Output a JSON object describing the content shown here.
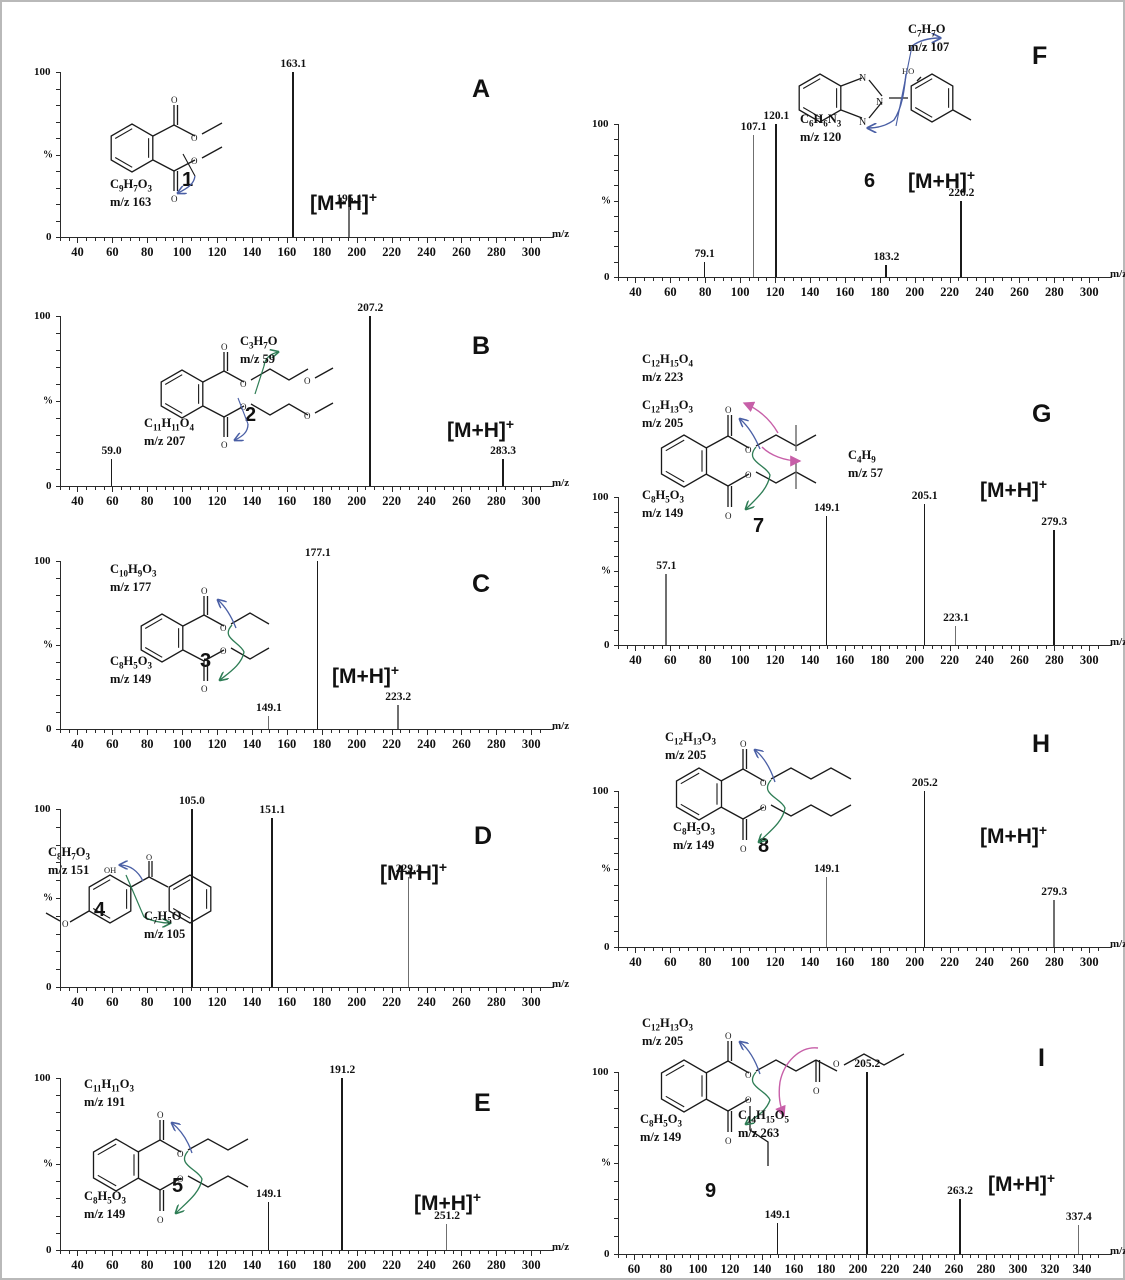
{
  "figure": {
    "axis_label_mz": "m/z",
    "y_axis_top": "100",
    "y_axis_mid": "%",
    "y_axis_bottom": "0",
    "adduct_label": "[M+H]+",
    "colors": {
      "peak": "#1b1b1b",
      "blue_arrow": "#4a5fa5",
      "green_arrow": "#2e7d55",
      "pink_arrow": "#c75fa8",
      "structure": "#1a1a1a",
      "border": "#b9b9b9"
    }
  },
  "panels": [
    {
      "letter": "A",
      "compound_number": "1",
      "xaxis": {
        "min": 30,
        "max": 305,
        "ticks": [
          40,
          60,
          80,
          100,
          120,
          140,
          160,
          180,
          200,
          220,
          240,
          260,
          280,
          300
        ]
      },
      "fragments": [
        {
          "formula_html": "C<sub>9</sub>H<sub>7</sub>O<sub>3</sub>",
          "mz": "m/z 163",
          "arrow": "blue"
        }
      ],
      "chart_data": {
        "type": "bar",
        "title": "A",
        "xlabel": "m/z",
        "ylabel": "%",
        "xlim": [
          30,
          305
        ],
        "ylim": [
          0,
          100
        ],
        "peaks": [
          {
            "mz": 163.1,
            "label": "163.1",
            "intensity": 100,
            "faint": false
          },
          {
            "mz": 195.1,
            "label": "195.1",
            "intensity": 18,
            "faint": true
          }
        ]
      }
    },
    {
      "letter": "B",
      "compound_number": "2",
      "xaxis": {
        "min": 30,
        "max": 305,
        "ticks": [
          40,
          60,
          80,
          100,
          120,
          140,
          160,
          180,
          200,
          220,
          240,
          260,
          280,
          300
        ]
      },
      "fragments": [
        {
          "formula_html": "C<sub>3</sub>H<sub>7</sub>O",
          "mz": "m/z 59",
          "arrow": "green"
        },
        {
          "formula_html": "C<sub>11</sub>H<sub>11</sub>O<sub>4</sub>",
          "mz": "m/z 207",
          "arrow": "blue"
        }
      ],
      "chart_data": {
        "type": "bar",
        "title": "B",
        "xlabel": "m/z",
        "ylabel": "%",
        "xlim": [
          30,
          305
        ],
        "ylim": [
          0,
          100
        ],
        "peaks": [
          {
            "mz": 59.0,
            "label": "59.0",
            "intensity": 16,
            "faint": false
          },
          {
            "mz": 207.2,
            "label": "207.2",
            "intensity": 100,
            "faint": false
          },
          {
            "mz": 283.3,
            "label": "283.3",
            "intensity": 16,
            "faint": false
          }
        ]
      }
    },
    {
      "letter": "C",
      "compound_number": "3",
      "xaxis": {
        "min": 30,
        "max": 305,
        "ticks": [
          40,
          60,
          80,
          100,
          120,
          140,
          160,
          180,
          200,
          220,
          240,
          260,
          280,
          300
        ]
      },
      "fragments": [
        {
          "formula_html": "C<sub>10</sub>H<sub>9</sub>O<sub>3</sub>",
          "mz": "m/z 177",
          "arrow": "blue"
        },
        {
          "formula_html": "C<sub>8</sub>H<sub>5</sub>O<sub>3</sub>",
          "mz": "m/z 149",
          "arrow": "green"
        }
      ],
      "chart_data": {
        "type": "bar",
        "title": "C",
        "xlabel": "m/z",
        "ylabel": "%",
        "xlim": [
          30,
          305
        ],
        "ylim": [
          0,
          100
        ],
        "peaks": [
          {
            "mz": 149.1,
            "label": "149.1",
            "intensity": 8,
            "faint": true
          },
          {
            "mz": 177.1,
            "label": "177.1",
            "intensity": 100,
            "faint": false
          },
          {
            "mz": 223.2,
            "label": "223.2",
            "intensity": 14,
            "faint": true
          }
        ]
      }
    },
    {
      "letter": "D",
      "compound_number": "4",
      "xaxis": {
        "min": 30,
        "max": 305,
        "ticks": [
          40,
          60,
          80,
          100,
          120,
          140,
          160,
          180,
          200,
          220,
          240,
          260,
          280,
          300
        ]
      },
      "fragments": [
        {
          "formula_html": "C<sub>8</sub>H<sub>7</sub>O<sub>3</sub>",
          "mz": "m/z 151",
          "arrow": "blue"
        },
        {
          "formula_html": "C<sub>7</sub>H<sub>5</sub>O",
          "mz": "m/z 105",
          "arrow": "green"
        }
      ],
      "chart_data": {
        "type": "bar",
        "title": "D",
        "xlabel": "m/z",
        "ylabel": "%",
        "xlim": [
          30,
          305
        ],
        "ylim": [
          0,
          100
        ],
        "peaks": [
          {
            "mz": 105.0,
            "label": "105.0",
            "intensity": 100,
            "faint": false
          },
          {
            "mz": 151.1,
            "label": "151.1",
            "intensity": 95,
            "faint": false
          },
          {
            "mz": 229.2,
            "label": "229.2",
            "intensity": 62,
            "faint": true
          }
        ]
      }
    },
    {
      "letter": "E",
      "compound_number": "5",
      "xaxis": {
        "min": 30,
        "max": 305,
        "ticks": [
          40,
          60,
          80,
          100,
          120,
          140,
          160,
          180,
          200,
          220,
          240,
          260,
          280,
          300
        ]
      },
      "fragments": [
        {
          "formula_html": "C<sub>11</sub>H<sub>11</sub>O<sub>3</sub>",
          "mz": "m/z 191",
          "arrow": "blue"
        },
        {
          "formula_html": "C<sub>8</sub>H<sub>5</sub>O<sub>3</sub>",
          "mz": "m/z 149",
          "arrow": "green"
        }
      ],
      "chart_data": {
        "type": "bar",
        "title": "E",
        "xlabel": "m/z",
        "ylabel": "%",
        "xlim": [
          30,
          305
        ],
        "ylim": [
          0,
          100
        ],
        "peaks": [
          {
            "mz": 149.1,
            "label": "149.1",
            "intensity": 28,
            "faint": false
          },
          {
            "mz": 191.2,
            "label": "191.2",
            "intensity": 100,
            "faint": false
          },
          {
            "mz": 251.2,
            "label": "251.2",
            "intensity": 15,
            "faint": true
          }
        ]
      }
    },
    {
      "letter": "F",
      "compound_number": "6",
      "xaxis": {
        "min": 30,
        "max": 305,
        "ticks": [
          40,
          60,
          80,
          100,
          120,
          140,
          160,
          180,
          200,
          220,
          240,
          260,
          280,
          300
        ]
      },
      "fragments": [
        {
          "formula_html": "C<sub>7</sub>H<sub>7</sub>O",
          "mz": "m/z 107",
          "arrow": "blue"
        },
        {
          "formula_html": "C<sub>6</sub>H<sub>6</sub>N<sub>3</sub>",
          "mz": "m/z 120",
          "arrow": "blue"
        }
      ],
      "chart_data": {
        "type": "bar",
        "title": "F",
        "xlabel": "m/z",
        "ylabel": "%",
        "xlim": [
          30,
          305
        ],
        "ylim": [
          0,
          100
        ],
        "peaks": [
          {
            "mz": 79.1,
            "label": "79.1",
            "intensity": 10,
            "faint": false
          },
          {
            "mz": 107.1,
            "label": "107.1",
            "intensity": 93,
            "faint": true
          },
          {
            "mz": 120.1,
            "label": "120.1",
            "intensity": 100,
            "faint": false
          },
          {
            "mz": 183.2,
            "label": "183.2",
            "intensity": 8,
            "faint": false
          },
          {
            "mz": 226.2,
            "label": "226.2",
            "intensity": 50,
            "faint": false
          }
        ]
      }
    },
    {
      "letter": "G",
      "compound_number": "7",
      "xaxis": {
        "min": 30,
        "max": 305,
        "ticks": [
          40,
          60,
          80,
          100,
          120,
          140,
          160,
          180,
          200,
          220,
          240,
          260,
          280,
          300
        ]
      },
      "fragments": [
        {
          "formula_html": "C<sub>12</sub>H<sub>15</sub>O<sub>4</sub>",
          "mz": "m/z 223",
          "arrow": "pink"
        },
        {
          "formula_html": "C<sub>12</sub>H<sub>13</sub>O<sub>3</sub>",
          "mz": "m/z 205",
          "arrow": "blue"
        },
        {
          "formula_html": "C<sub>4</sub>H<sub>9</sub>",
          "mz": "m/z 57",
          "arrow": "pink"
        },
        {
          "formula_html": "C<sub>8</sub>H<sub>5</sub>O<sub>3</sub>",
          "mz": "m/z 149",
          "arrow": "green"
        }
      ],
      "chart_data": {
        "type": "bar",
        "title": "G",
        "xlabel": "m/z",
        "ylabel": "%",
        "xlim": [
          30,
          305
        ],
        "ylim": [
          0,
          100
        ],
        "peaks": [
          {
            "mz": 57.1,
            "label": "57.1",
            "intensity": 48,
            "faint": true
          },
          {
            "mz": 149.1,
            "label": "149.1",
            "intensity": 87,
            "faint": false
          },
          {
            "mz": 205.1,
            "label": "205.1",
            "intensity": 95,
            "faint": false
          },
          {
            "mz": 223.1,
            "label": "223.1",
            "intensity": 13,
            "faint": true
          },
          {
            "mz": 279.3,
            "label": "279.3",
            "intensity": 78,
            "faint": false
          }
        ]
      }
    },
    {
      "letter": "H",
      "compound_number": "8",
      "xaxis": {
        "min": 30,
        "max": 305,
        "ticks": [
          40,
          60,
          80,
          100,
          120,
          140,
          160,
          180,
          200,
          220,
          240,
          260,
          280,
          300
        ]
      },
      "fragments": [
        {
          "formula_html": "C<sub>12</sub>H<sub>13</sub>O<sub>3</sub>",
          "mz": "m/z 205",
          "arrow": "blue"
        },
        {
          "formula_html": "C<sub>8</sub>H<sub>5</sub>O<sub>3</sub>",
          "mz": "m/z 149",
          "arrow": "green"
        }
      ],
      "chart_data": {
        "type": "bar",
        "title": "H",
        "xlabel": "m/z",
        "ylabel": "%",
        "xlim": [
          30,
          305
        ],
        "ylim": [
          0,
          100
        ],
        "peaks": [
          {
            "mz": 149.1,
            "label": "149.1",
            "intensity": 45,
            "faint": true
          },
          {
            "mz": 205.2,
            "label": "205.2",
            "intensity": 100,
            "faint": false
          },
          {
            "mz": 279.3,
            "label": "279.3",
            "intensity": 30,
            "faint": true
          }
        ]
      }
    },
    {
      "letter": "I",
      "compound_number": "9",
      "xaxis": {
        "min": 50,
        "max": 350,
        "ticks": [
          60,
          80,
          100,
          120,
          140,
          160,
          180,
          200,
          220,
          240,
          260,
          280,
          300,
          320,
          340
        ]
      },
      "fragments": [
        {
          "formula_html": "C<sub>12</sub>H<sub>13</sub>O<sub>3</sub>",
          "mz": "m/z 205",
          "arrow": "blue"
        },
        {
          "formula_html": "C<sub>8</sub>H<sub>5</sub>O<sub>3</sub>",
          "mz": "m/z 149",
          "arrow": "green"
        },
        {
          "formula_html": "C<sub>14</sub>H<sub>15</sub>O<sub>5</sub>",
          "mz": "m/z 263",
          "arrow": "pink"
        }
      ],
      "chart_data": {
        "type": "bar",
        "title": "I",
        "xlabel": "m/z",
        "ylabel": "%",
        "xlim": [
          50,
          350
        ],
        "ylim": [
          0,
          100
        ],
        "peaks": [
          {
            "mz": 149.1,
            "label": "149.1",
            "intensity": 17,
            "faint": false
          },
          {
            "mz": 205.2,
            "label": "205.2",
            "intensity": 100,
            "faint": false
          },
          {
            "mz": 263.2,
            "label": "263.2",
            "intensity": 30,
            "faint": false
          },
          {
            "mz": 337.4,
            "label": "337.4",
            "intensity": 16,
            "faint": true
          }
        ]
      }
    }
  ]
}
